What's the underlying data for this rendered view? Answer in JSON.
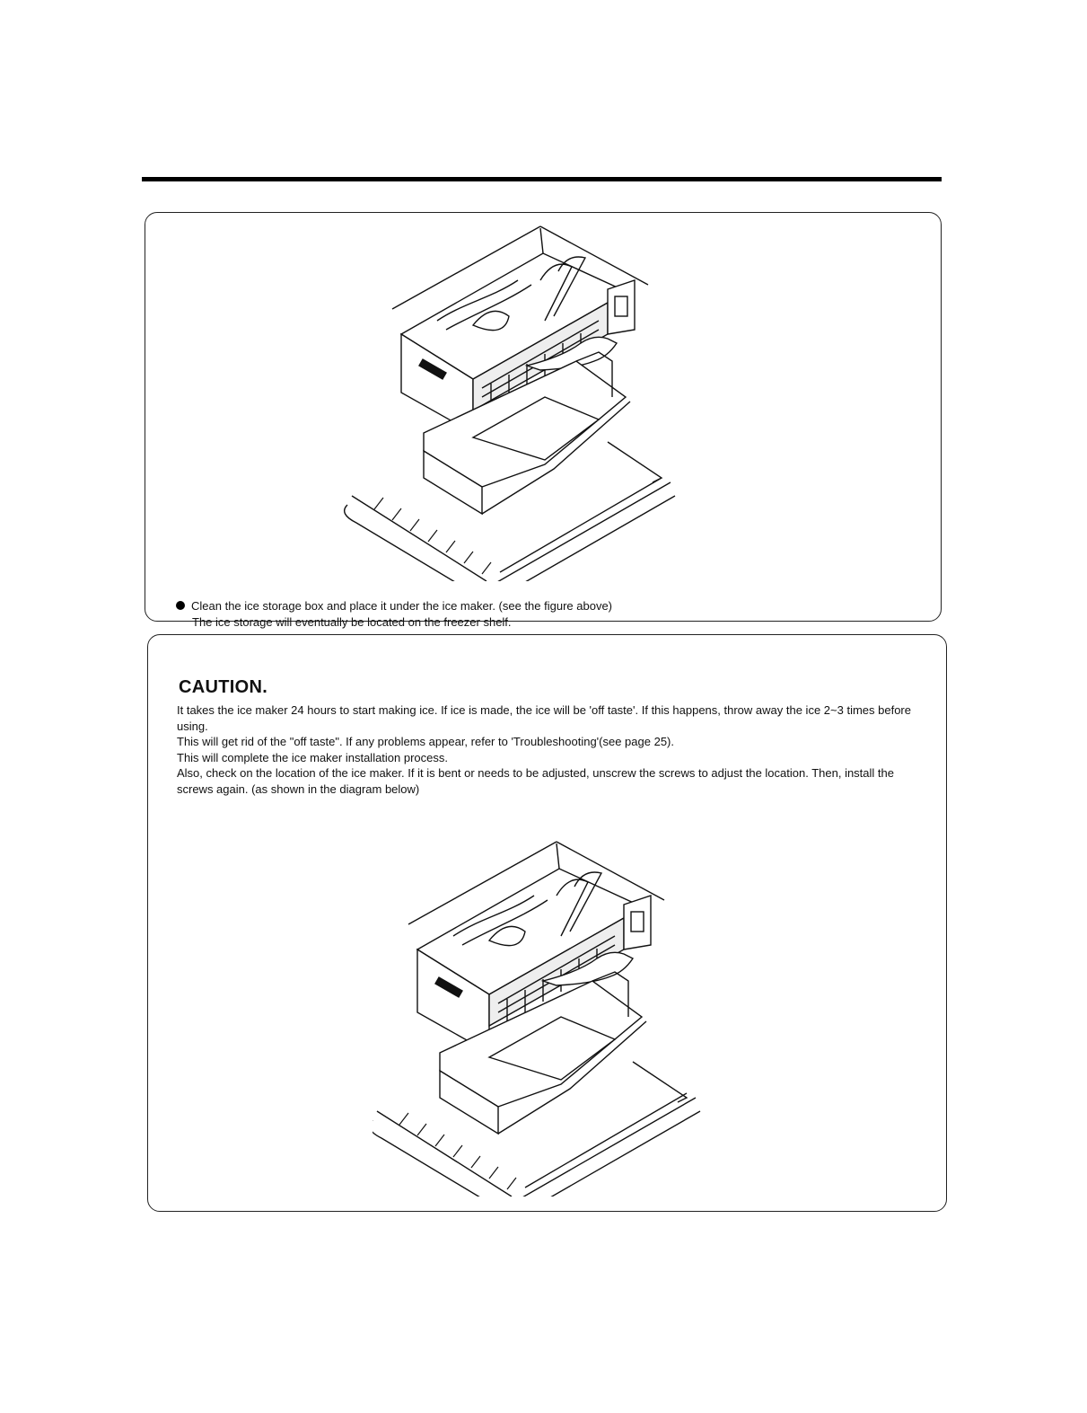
{
  "step_note": {
    "line1": "Clean the ice storage box and place it under the ice maker. (see the figure above)",
    "line2": "The ice storage will eventually be located on the freezer shelf."
  },
  "caution": {
    "title": "CAUTION.",
    "lines": [
      "It takes the ice maker 24 hours to start making ice. If ice is made, the ice will be 'off taste'. If this happens, throw away the ice 2~3 times before using.",
      "This will get rid of the \"off taste\". If any problems appear, refer to 'Troubleshooting'(see page 25).",
      "This will complete the ice maker installation process.",
      "Also, check on the location of the ice maker. If it is bent or needs to be adjusted, unscrew the screws to adjust the location. Then, install the screws again. (as shown in the diagram below)"
    ]
  }
}
